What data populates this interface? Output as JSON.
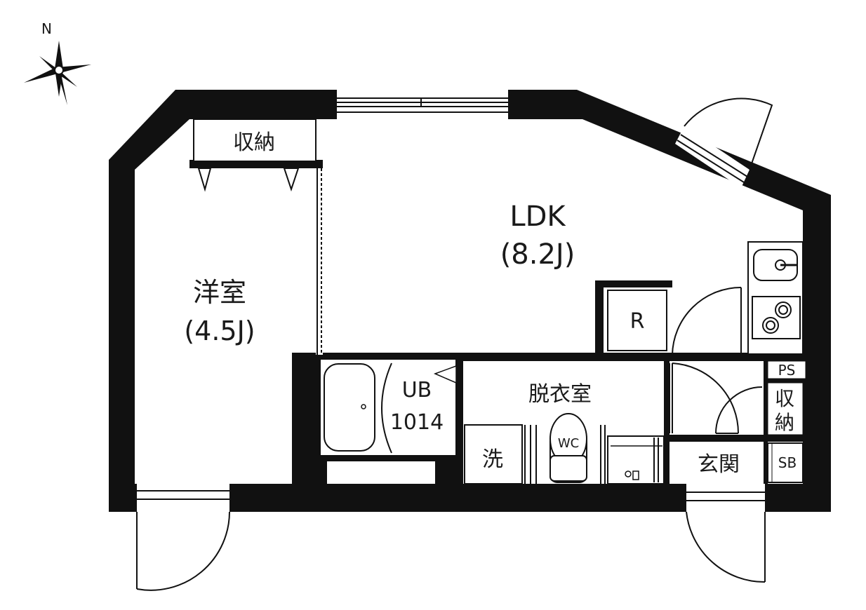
{
  "compass": {
    "north_label": "N"
  },
  "rooms": {
    "western_room": {
      "name": "洋室",
      "size": "(4.5J)"
    },
    "ldk": {
      "name": "LDK",
      "size": "(8.2J)"
    },
    "closet_top": {
      "label": "収納"
    },
    "closet_entry": {
      "line1": "収",
      "line2": "納"
    },
    "unit_bath": {
      "name": "UB",
      "size": "1014"
    },
    "dressing_room": {
      "name": "脱衣室"
    },
    "washer": {
      "label": "洗"
    },
    "toilet": {
      "label": "WC"
    },
    "refrigerator": {
      "label": "R"
    },
    "pipe_space": {
      "label": "PS"
    },
    "entrance": {
      "label": "玄関"
    },
    "shoe_box": {
      "label": "SB"
    }
  }
}
